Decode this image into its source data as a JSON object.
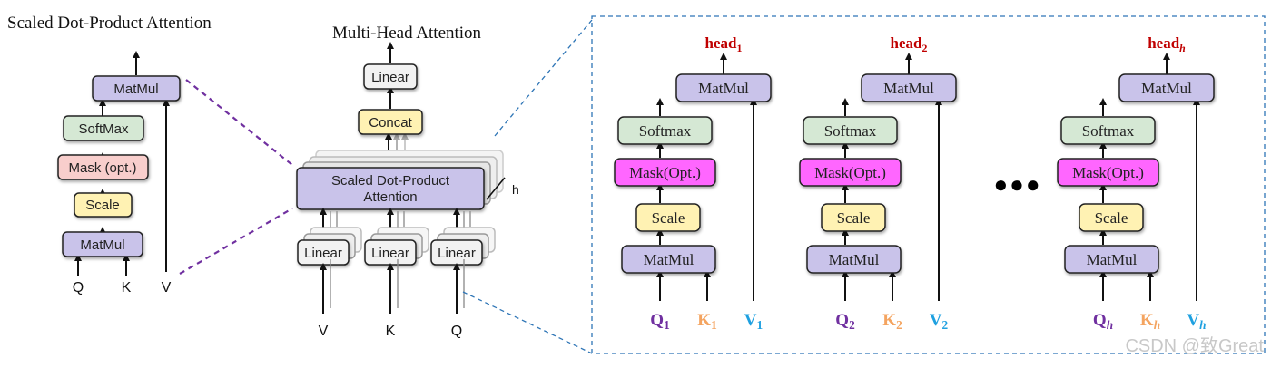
{
  "left": {
    "title": "Scaled Dot-Product Attention",
    "blocks": {
      "matmul_top": "MatMul",
      "softmax": "SoftMax",
      "mask": "Mask (opt.)",
      "scale": "Scale",
      "matmul_bottom": "MatMul"
    },
    "inputs": {
      "q": "Q",
      "k": "K",
      "v": "V"
    }
  },
  "middle": {
    "title": "Multi-Head Attention",
    "blocks": {
      "linear_top": "Linear",
      "concat": "Concat",
      "sdpa_line1": "Scaled Dot-Product",
      "sdpa_line2": "Attention",
      "linear": "Linear"
    },
    "h_label": "h",
    "inputs": {
      "v": "V",
      "k": "K",
      "q": "Q"
    }
  },
  "right": {
    "heads": [
      {
        "head_label": "head",
        "head_sub": "1",
        "q": "Q",
        "q_sub": "1",
        "k": "K",
        "k_sub": "1",
        "v": "V",
        "v_sub": "1"
      },
      {
        "head_label": "head",
        "head_sub": "2",
        "q": "Q",
        "q_sub": "2",
        "k": "K",
        "k_sub": "2",
        "v": "V",
        "v_sub": "2"
      },
      {
        "head_label": "head",
        "head_sub": "h",
        "q": "Q",
        "q_sub": "h",
        "k": "K",
        "k_sub": "h",
        "v": "V",
        "v_sub": "h"
      }
    ],
    "blocks": {
      "matmul_top": "MatMul",
      "softmax": "Softmax",
      "mask": "Mask(Opt.)",
      "scale": "Scale",
      "matmul_bottom": "MatMul"
    },
    "ellipsis": "●●●"
  },
  "watermark": "CSDN @致Great",
  "colors": {
    "matmul": "#c9c3ea",
    "softmax": "#d5e8d4",
    "mask_left": "#f8cecc",
    "mask_right": "#ff66ff",
    "scale": "#fff2b3",
    "concat": "#fff2b3",
    "linear": "#f2f2f2",
    "sdpa": "#c9c3ea",
    "q": "#7030a0",
    "k": "#f4a460",
    "v": "#1ea0e0",
    "head": "#c00000",
    "dash_purple": "#7030a0",
    "dash_blue": "#2e75b6"
  }
}
